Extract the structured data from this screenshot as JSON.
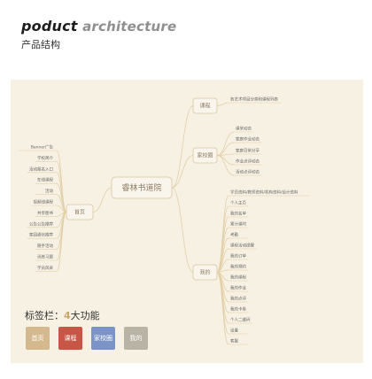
{
  "header": {
    "title_en_part1": "poduct",
    "title_en_part2": "architecture",
    "title_cn": "产品结构"
  },
  "mindmap": {
    "center": "睿林书道院",
    "branches": {
      "course": {
        "label": "课程",
        "children": [
          "各艺术项目分类和课程列表"
        ]
      },
      "home_school": {
        "label": "家校圈",
        "children": [
          "课堂动态",
          "家庭作业动态",
          "家庭日常分享",
          "作业点评动态",
          "活动点评动态"
        ]
      },
      "home": {
        "label": "首页",
        "children": [
          "Banner广告",
          "学校简介",
          "活动报名入口",
          "在线课程",
          "活动",
          "视频线课程",
          "共享图书",
          "公告公告推荐",
          "家园通信推荐",
          "随手活动",
          "讯练习题",
          "学员风采"
        ]
      },
      "mine": {
        "label": "我的",
        "children": [
          "学员资料/教师资料/机构资料/设计资料",
          "个人主页",
          "我的名单",
          "累计课时",
          "考勤",
          "课程活动提醒",
          "我的订单",
          "我的预约",
          "我的课程",
          "我的作业",
          "我的点评",
          "我的卡券",
          "个人二维码",
          "设置",
          "客服"
        ]
      }
    }
  },
  "tabbar": {
    "title_prefix": "标签栏：",
    "count": "4",
    "title_suffix": "大功能",
    "tabs": [
      {
        "label": "首页",
        "color": "#d4b98f"
      },
      {
        "label": "课程",
        "color": "#c65746"
      },
      {
        "label": "家校圈",
        "color": "#7b93c6"
      },
      {
        "label": "我的",
        "color": "#b9b3a6"
      }
    ]
  },
  "colors": {
    "panel_bg": "#f7f1e3",
    "line": "#e2cfa8",
    "node_border": "#d8c5a0",
    "text": "#666666",
    "accent": "#c9a86a"
  }
}
